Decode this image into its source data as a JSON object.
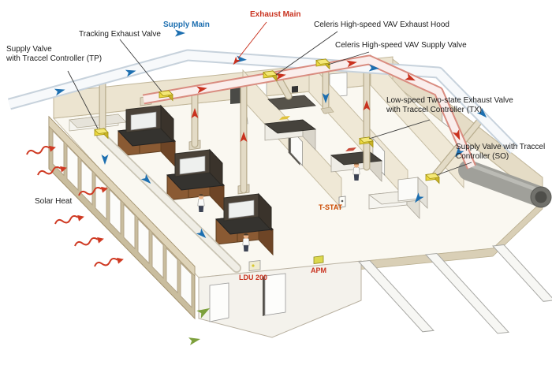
{
  "diagram": {
    "labels": {
      "supply_valve_tp": "Supply Valve\nwith Traccel Controller (TP)",
      "tracking_exhaust_valve": "Tracking Exhaust Valve",
      "supply_main": "Supply Main",
      "exhaust_main": "Exhaust Main",
      "celeris_exhaust_hood": "Celeris High-speed VAV Exhaust Hood",
      "celeris_supply_valve": "Celeris High-speed VAV Supply Valve",
      "low_speed_tx": "Low-speed Two-state Exhaust Valve\nwith Traccel Controller (TX)",
      "supply_valve_so": "Supply Valve with Traccel\nController (SO)",
      "solar_heat": "Solar Heat",
      "t_stat": "T-STAT",
      "ldu_200": "LDU 200",
      "apm": "APM"
    },
    "colors": {
      "supply_flow": "#1d6fb0",
      "exhaust_flow": "#c9321f",
      "solar": "#cf3a23",
      "entry_arrow": "#7da03c",
      "valve": "#ecd83f",
      "wall": "#e9e1cc",
      "hood_cabinet": "#8a5a33"
    }
  }
}
